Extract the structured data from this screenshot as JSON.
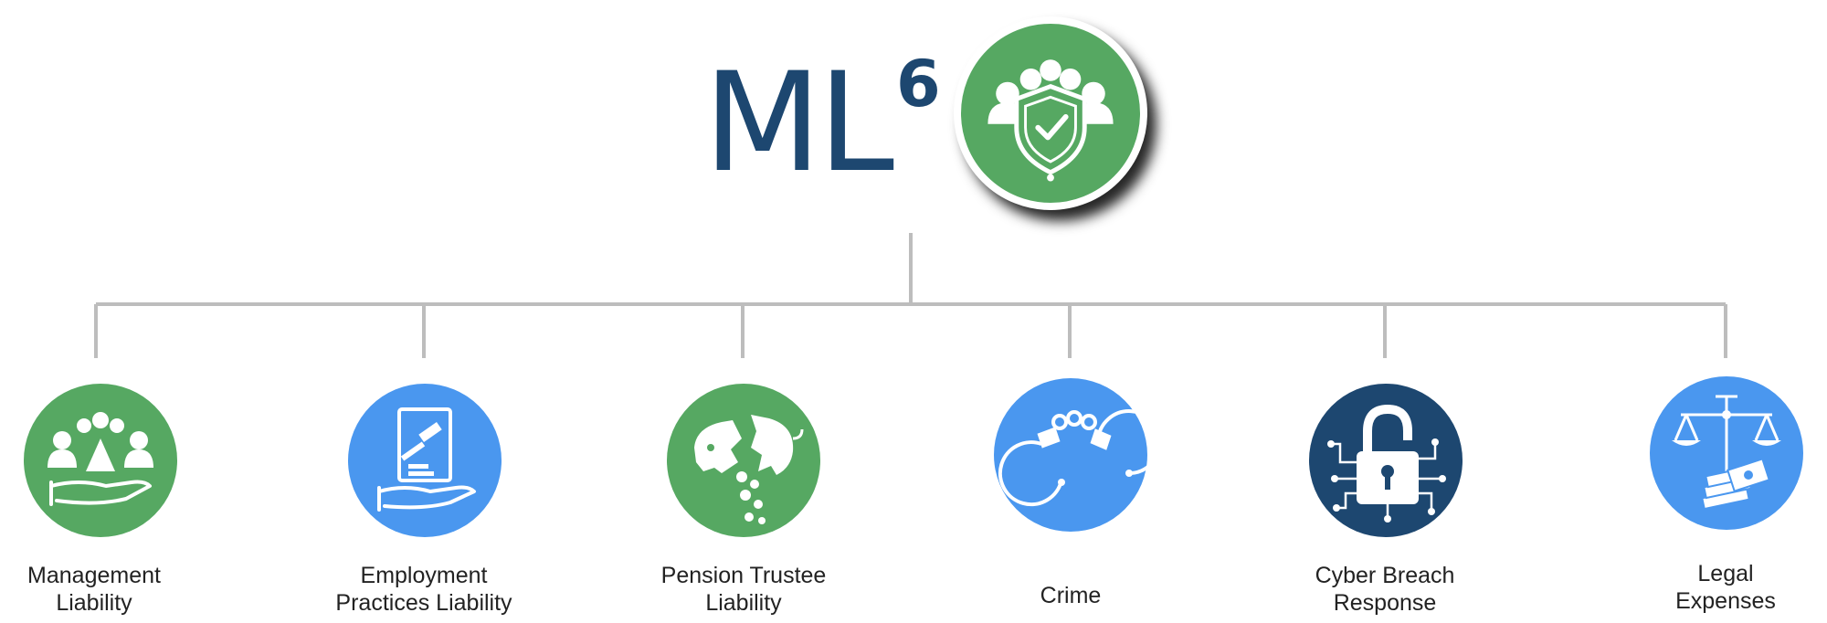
{
  "title": {
    "main": "ML",
    "superscript": "6"
  },
  "hero_icon": "shield-check-people-icon",
  "colors": {
    "title": "#1d4770",
    "green": "#56a862",
    "blue": "#4a97ef",
    "navy": "#1d4770",
    "connector": "#bdbdbd"
  },
  "coverages": [
    {
      "line1": "Management",
      "line2": "Liability",
      "icon": "hand-holding-people-icon",
      "color": "green"
    },
    {
      "line1": "Employment",
      "line2": "Practices Liability",
      "icon": "hand-holding-gavel-icon",
      "color": "blue"
    },
    {
      "line1": "Pension Trustee",
      "line2": "Liability",
      "icon": "broken-piggy-bank-icon",
      "color": "green"
    },
    {
      "line1": "Crime",
      "line2": "",
      "icon": "handcuffs-icon",
      "color": "blue"
    },
    {
      "line1": "Cyber Breach",
      "line2": "Response",
      "icon": "circuit-padlock-icon",
      "color": "navy"
    },
    {
      "line1": "Legal",
      "line2": "Expenses",
      "icon": "scales-money-icon",
      "color": "blue"
    }
  ]
}
